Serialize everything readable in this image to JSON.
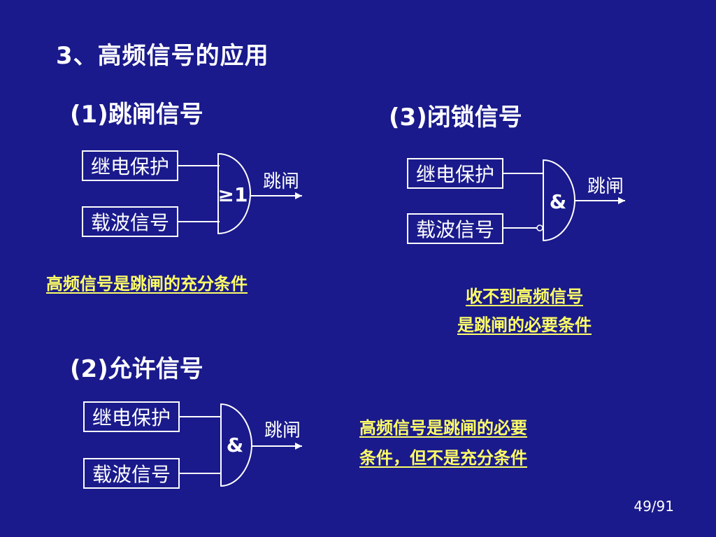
{
  "title": "3、高频信号的应用",
  "sections": {
    "trip": {
      "heading": "(1)跳闸信号",
      "input_top": "继电保护",
      "input_bottom": "载波信号",
      "gate_symbol": "≥1",
      "output": "跳闸",
      "note": "高频信号是跳闸的充分条件"
    },
    "permit": {
      "heading": "(2)允许信号",
      "input_top": "继电保护",
      "input_bottom": "载波信号",
      "gate_symbol": "&",
      "output": "跳闸",
      "note_line1": "高频信号是跳闸的必要",
      "note_line2": "条件，但不是充分条件"
    },
    "block": {
      "heading": "(3)闭锁信号",
      "input_top": "继电保护",
      "input_bottom": "载波信号",
      "gate_symbol": "&",
      "output": "跳闸",
      "note_line1": "收不到高频信号",
      "note_line2": "是跳闸的必要条件"
    }
  },
  "page_number": "49/91",
  "colors": {
    "background": "#1a1a8c",
    "text": "#ffffff",
    "note": "#ffff66"
  }
}
